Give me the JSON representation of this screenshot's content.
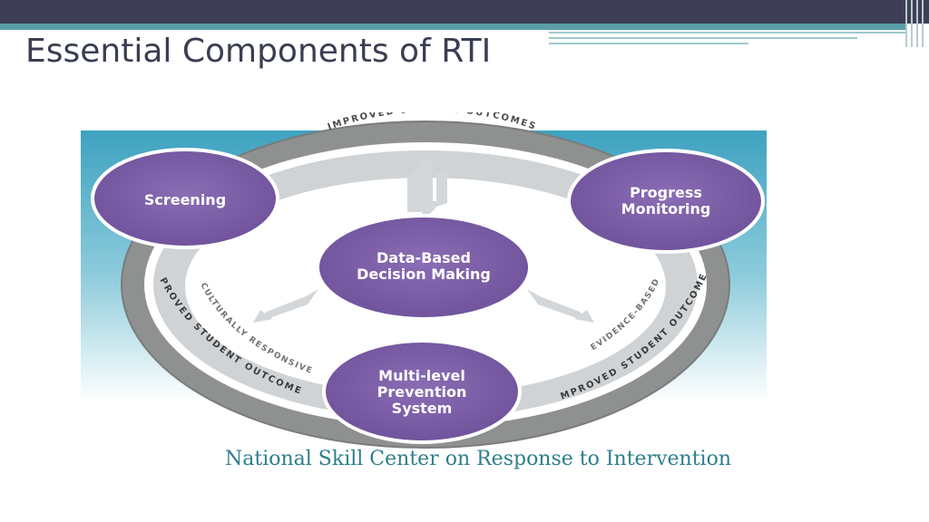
{
  "slide": {
    "title": "Essential Components of RTI",
    "caption": "National Skill Center on Response to Intervention"
  },
  "diagram": {
    "nodes": {
      "screening": [
        "Screening"
      ],
      "progress": [
        "Progress",
        "Monitoring"
      ],
      "center": [
        "Data-Based",
        "Decision Making"
      ],
      "multilevel": [
        "Multi-level",
        "Prevention",
        "System"
      ]
    },
    "ring": {
      "outer_top": "IMPROVED STUDENT OUTCOMES",
      "outer_left": "IMPROVED STUDENT OUTCOMES",
      "outer_right": "IMPROVED STUDENT OUTCOMES",
      "inner_left": "CULTURALLY RESPONSIVE",
      "inner_right": "EVIDENCE-BASED"
    }
  },
  "colors": {
    "node_fill": "#7b5ea6",
    "ring_outer": "#8f9191",
    "ring_inner": "#cfd3d5",
    "background_top": "#3ea2c0",
    "title": "#3a3e52",
    "caption": "#2e7e8c"
  }
}
